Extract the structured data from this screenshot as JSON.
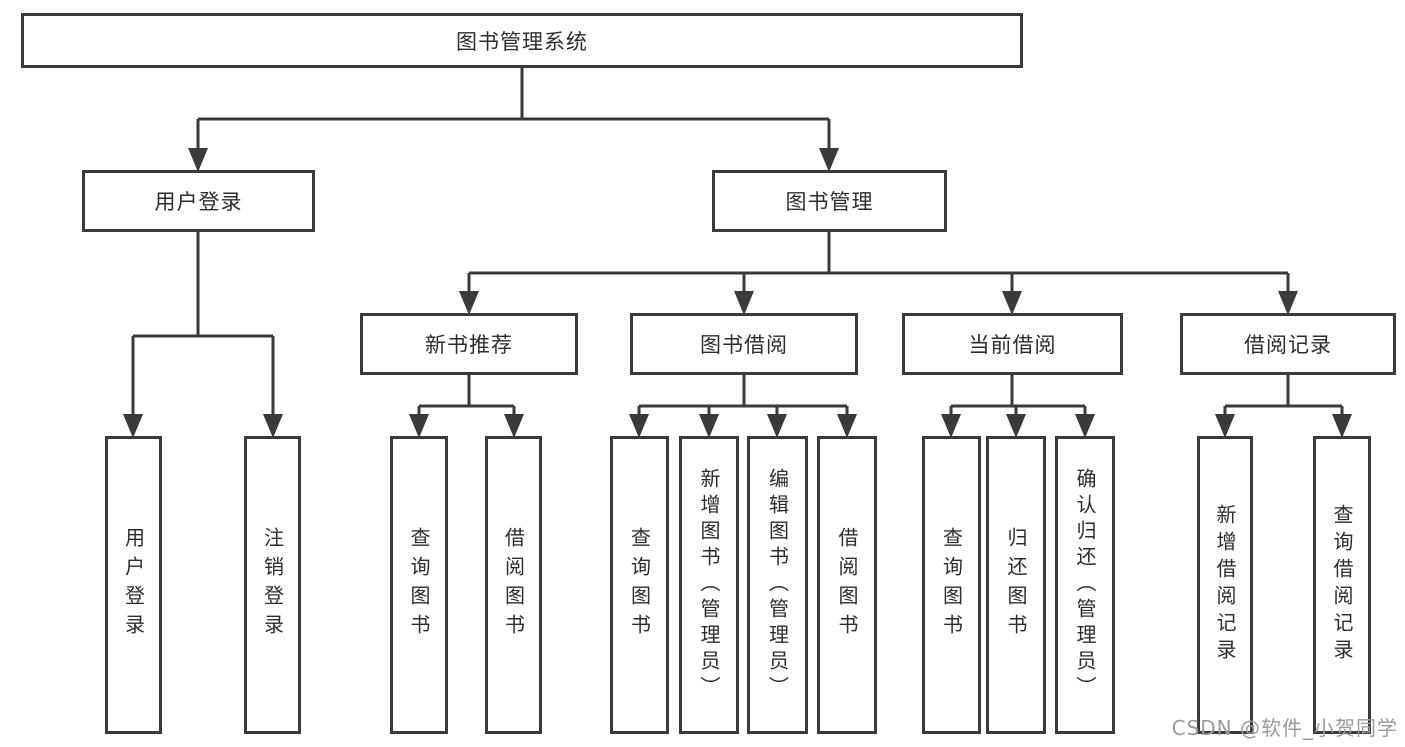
{
  "diagram": {
    "root_label": "图书管理系统",
    "branches": [
      {
        "label": "用户登录",
        "children": [
          {
            "label": "用户登录"
          },
          {
            "label": "注销登录"
          }
        ]
      },
      {
        "label": "图书管理",
        "children": [
          {
            "label": "新书推荐",
            "children": [
              {
                "label": "查询图书"
              },
              {
                "label": "借阅图书"
              }
            ]
          },
          {
            "label": "图书借阅",
            "children": [
              {
                "label": "查询图书"
              },
              {
                "label": "新增图书（管理员）"
              },
              {
                "label": "编辑图书（管理员）"
              },
              {
                "label": "借阅图书"
              }
            ]
          },
          {
            "label": "当前借阅",
            "children": [
              {
                "label": "查询图书"
              },
              {
                "label": "归还图书"
              },
              {
                "label": "确认归还（管理员）"
              }
            ]
          },
          {
            "label": "借阅记录",
            "children": [
              {
                "label": "新增借阅记录"
              },
              {
                "label": "查询借阅记录"
              }
            ]
          }
        ]
      }
    ]
  },
  "watermark": {
    "text": "CSDN @软件_小贺同学"
  },
  "colors": {
    "line": "#3a3a3a",
    "box_border": "#3a3a3a",
    "text": "#2d2d2d",
    "watermark_text": "#9b9b9b",
    "background": "#ffffff"
  }
}
